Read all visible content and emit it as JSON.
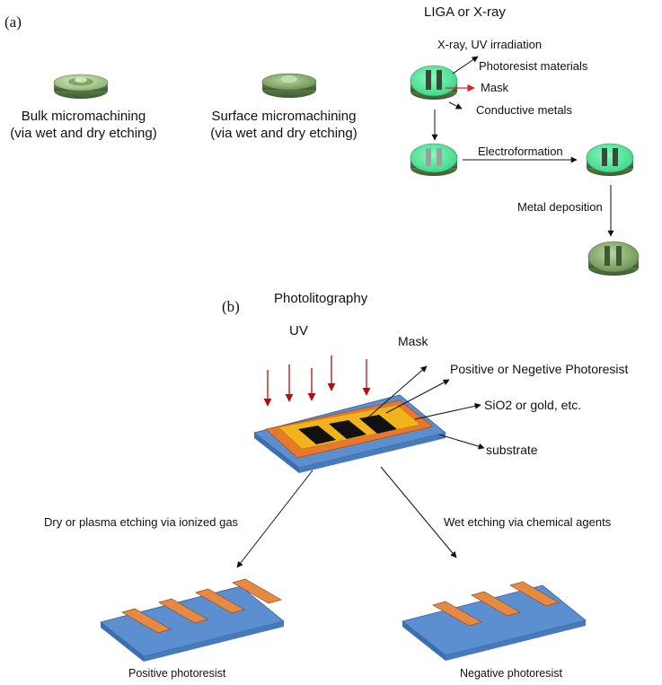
{
  "panel_a": {
    "label": "(a)",
    "bulk": {
      "line1": "Bulk micromachining",
      "line2": "(via wet and dry etching)"
    },
    "surface": {
      "line1": "Surface micromachining",
      "line2": "(via wet and dry etching)"
    },
    "liga": {
      "title": "LIGA or X-ray",
      "irradiation": "X-ray, UV irradiation",
      "photoresist": "Photoresist materials",
      "mask": "Mask",
      "conductive": "Conductive metals",
      "electroformation": "Electroformation",
      "metal_deposition": "Metal deposition"
    }
  },
  "panel_b": {
    "label": "(b)",
    "title": "Photolitography",
    "uv": "UV",
    "mask": "Mask",
    "photoresist": "Positive or Negetive Photoresist",
    "sio2": "SiO2 or gold, etc.",
    "substrate": "substrate",
    "dry_etching": "Dry or plasma etching via ionized gas",
    "wet_etching": "Wet etching via chemical agents",
    "positive": "Positive photoresist",
    "negative": "Negative photoresist"
  },
  "colors": {
    "disk_green": "#a9c98f",
    "disk_dark": "#4f7040",
    "cyan_top": "#66f0a0",
    "substrate_blue": "#5b8fd0",
    "photoresist_orange": "#e8782e",
    "layer_yellow": "#f2b41c",
    "stripe_orange": "#e58a45",
    "uv_arrow_red": "#b01010"
  }
}
